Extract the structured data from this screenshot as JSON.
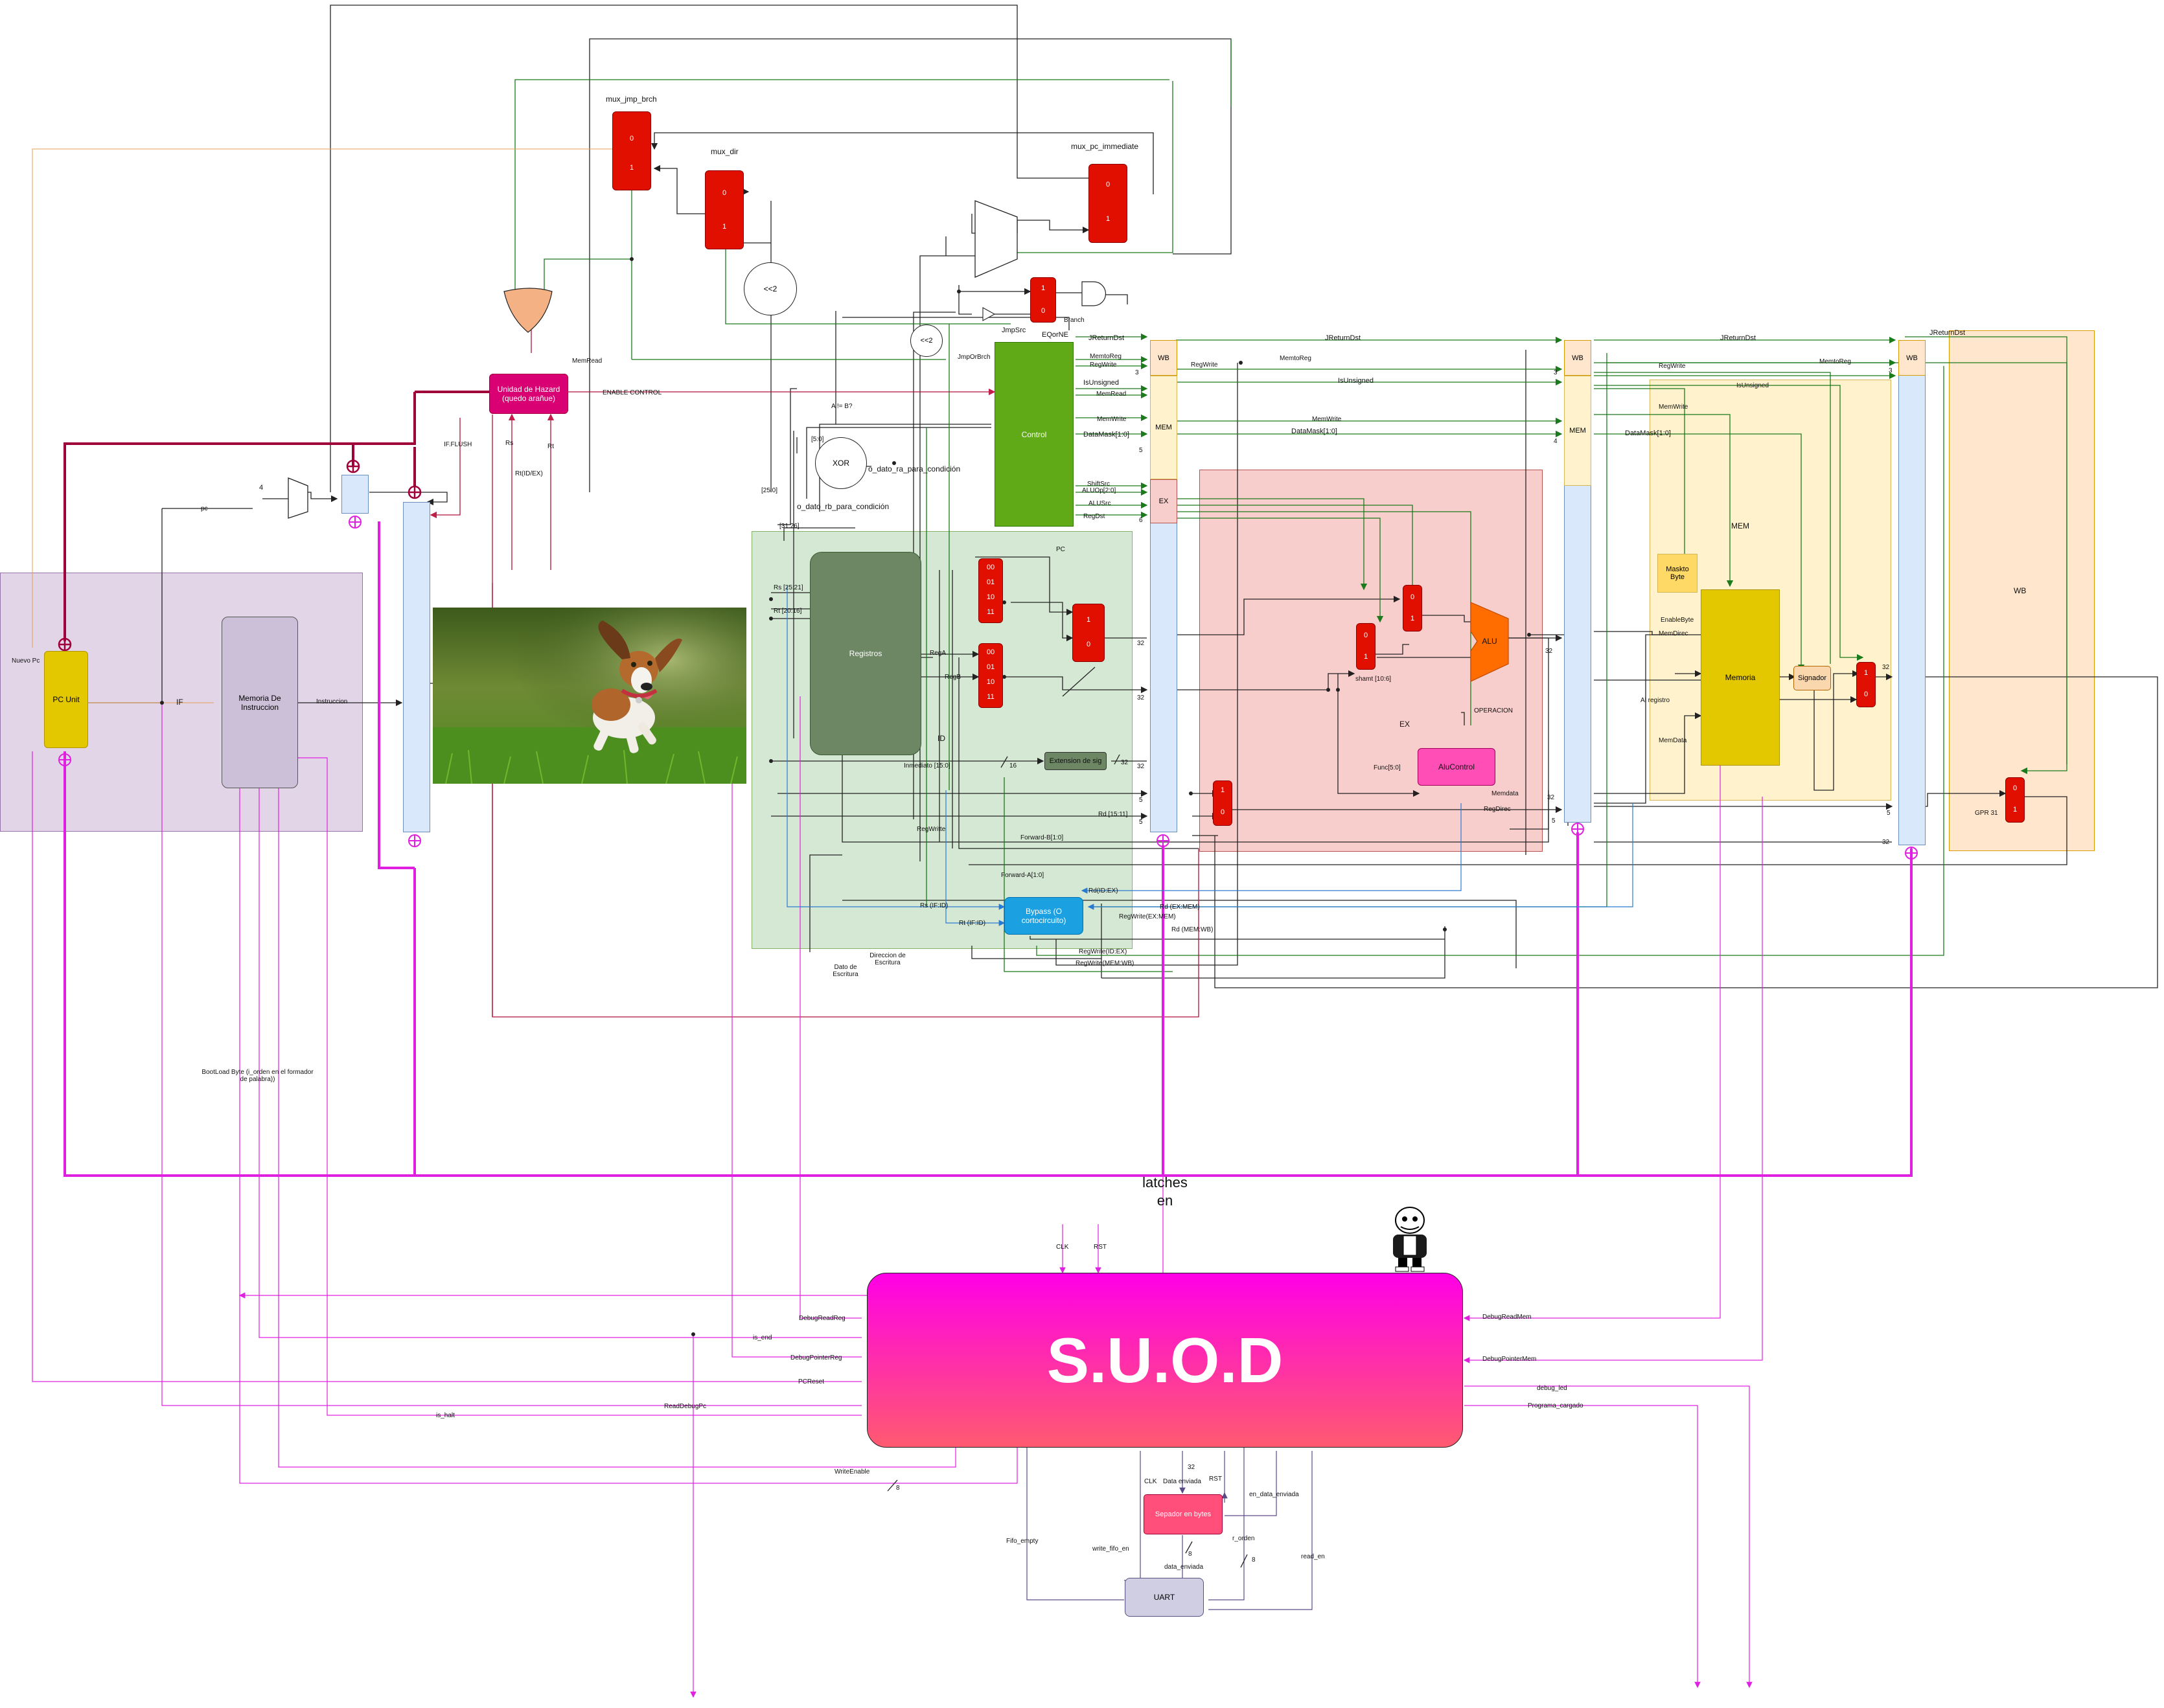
{
  "stages": {
    "if_label": "IF",
    "id_label": "ID",
    "ex_label": "EX",
    "mem_label": "MEM",
    "wb_label": "WB"
  },
  "blocks": {
    "pc_unit": "PC Unit",
    "memoria_instruccion": "Memoria De Instruccion",
    "registros": "Registros",
    "control": "Control",
    "hazard_unit": "Unidad de Hazard (quedo arañue)",
    "extension": "Extension de sig",
    "bypass": "Bypass (O cortocircuito)",
    "alu": "ALU",
    "alu_control": "AluControl",
    "memoria_datos": "Memoria",
    "mask_byte": "Maskto Byte",
    "signador": "Signador",
    "xor": "XOR",
    "shift1": "<<2",
    "shift2": "<<2",
    "suod": "S.U.O.D",
    "uart": "UART",
    "sepador": "Sepador en bytes"
  },
  "mux_titles": {
    "mux_jmp_brch": "mux_jmp_brch",
    "mux_dir": "mux_dir",
    "mux_pc_immediate": "mux_pc_immediate"
  },
  "mux_inputs": {
    "zero": "0",
    "one": "1",
    "m00": "00",
    "m01": "01",
    "m10": "10",
    "m11": "11"
  },
  "latch_tags": {
    "wb": "WB",
    "mem": "MEM",
    "ex": "EX"
  },
  "signal_labels": {
    "nuevo_pc": "Nuevo Pc",
    "pc": "pc",
    "four": "4",
    "if": "IF",
    "instruccion": "Instruccion",
    "memread": "MemRead",
    "enable_control": "ENABLE CONTROL",
    "if_flush": "IF.FLUSH",
    "rs": "Rs",
    "rt": "Rt",
    "rt_id_ex": "Rt(ID/EX)",
    "bits_25_0": "[25:0]",
    "bits_31_26": "[31:26]",
    "bits_5_0": "[5:0]",
    "a_ne_b": "A != B?",
    "o_dato_ra": "o_dato_ra_para_condición",
    "o_dato_rb": "o_dato_rb_para_condición",
    "rs_25_21": "Rs [25:21]",
    "rt_20_16": "Rt [20:16]",
    "rega": "RegA",
    "regb": "RegB",
    "pc_small": "PC",
    "jmpsrc": "JmpSrc",
    "eqorne": "EQorNE",
    "branch": "Branch",
    "jmporbrch": "JmpOrBrch",
    "jreturndst": "JReturnDst",
    "memtoreg": "MemtoReg",
    "regwrite": "RegWrite",
    "isunsigned": "IsUnsigned",
    "memread2": "MemRead",
    "memwrite": "MemWrite",
    "datamask": "DataMask[1:0]",
    "shiftsrc": "ShiftSrc",
    "aluop": "ALUOp[2:0]",
    "alusrc": "ALUSrc",
    "regdst": "RegDst",
    "n3": "3",
    "n5": "5",
    "n6": "6",
    "n4": "4",
    "n32": "32",
    "n16": "16",
    "immediato": "Inmediato [15:0]",
    "rd_15_11": "Rd [15:11]",
    "forward_b": "Forward-B[1:0]",
    "forward_a": "Forward-A[1:0]",
    "rs_if_id": "Rs (IF:ID)",
    "rt_if_id": "Rt (IF:ID)",
    "rd_id_ex": "Rd(ID:EX)",
    "rd_ex_mem": "Rd (EX:MEM)",
    "regwrite_ex_mem": "RegWrite(EX:MEM)",
    "rd_mem_wb": "Rd (MEM:WB)",
    "regwrite_id_ex": "RegWrite(ID:EX)",
    "regwrite_mem_wb": "RegWrite(MEM:WB)",
    "regwritte": "RegWritte",
    "dato_escritura": "Dato de Escritura",
    "direccion_escritura": "Direccion de Escritura",
    "shamt": "shamt [10:6]",
    "funct": "Func[5:0]",
    "operacion": "OPERACION",
    "memdata": "Memdata",
    "regdirec": "RegDirec",
    "enablebyte": "EnableByte",
    "memdirec": "MemDirec",
    "memdata2": "MemData",
    "al_registro": "Al registro",
    "gpr31": "GPR 31",
    "latches_en": "latches en",
    "clk": "CLK",
    "rst": "RST",
    "debugreadreg": "DebugReadReg",
    "is_end": "is_end",
    "debugpointerreg": "DebugPointerReg",
    "pcreset": "PCReset",
    "readdebugpc": "ReadDebugPc",
    "is_halt": "is_halt",
    "writeenable": "WriteEnable",
    "n8": "8",
    "bootload": "BootLoad Byte (i_orden en el formador de palabra))",
    "debugreadmem": "DebugReadMem",
    "debugpointermem": "DebugPointerMem",
    "debug_led": "debug_led",
    "programa_cargado": "Programa_cargado",
    "fifo_empty": "Fifo_empty",
    "write_fifo_en": "write_fifo_en",
    "data_enviada": "Data enviada",
    "en_data_enviada": "en_data_enviada",
    "r_orden": "r_orden",
    "read_en": "read_en",
    "data_enviada2": "data_enviada"
  }
}
